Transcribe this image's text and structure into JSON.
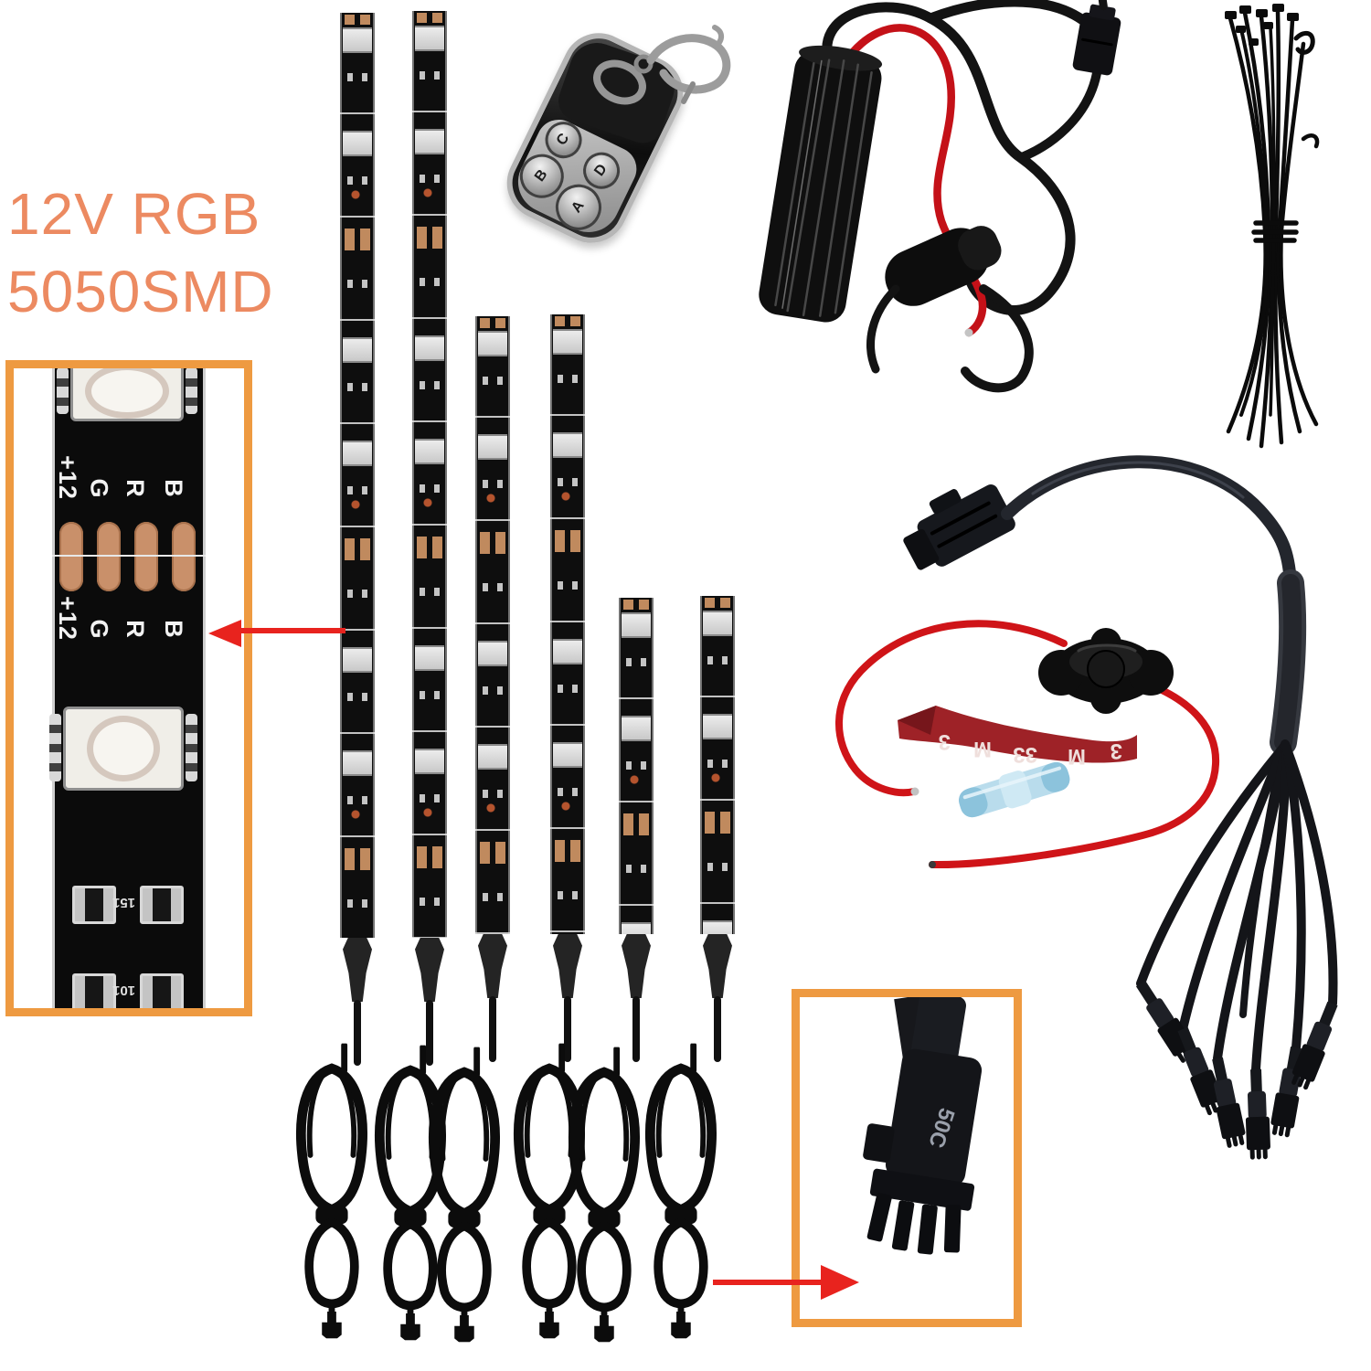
{
  "title": {
    "line1": "12V RGB",
    "line2": "5050SMD"
  },
  "inset_left": {
    "pin_labels": [
      "+12",
      "G",
      "R",
      "B"
    ],
    "resistor_labels": [
      "151",
      "101"
    ]
  },
  "remote": {
    "buttons": [
      "A",
      "B",
      "C",
      "D"
    ]
  },
  "adhesive_strip": {
    "brand": "3M",
    "chars": [
      "3",
      "M",
      "33",
      "M",
      "3"
    ]
  },
  "inset_right": {
    "connector_marking": "50C"
  },
  "colors": {
    "title_text": "#ec8a61",
    "inset_border": "#ee9a41",
    "arrow_red": "#e8231e",
    "wire_red": "#cf1418",
    "copper_pad": "#c9906a",
    "adhesive_red": "#9e2227",
    "butt_connector_blue": "#b9dcec",
    "background": "#ffffff"
  }
}
